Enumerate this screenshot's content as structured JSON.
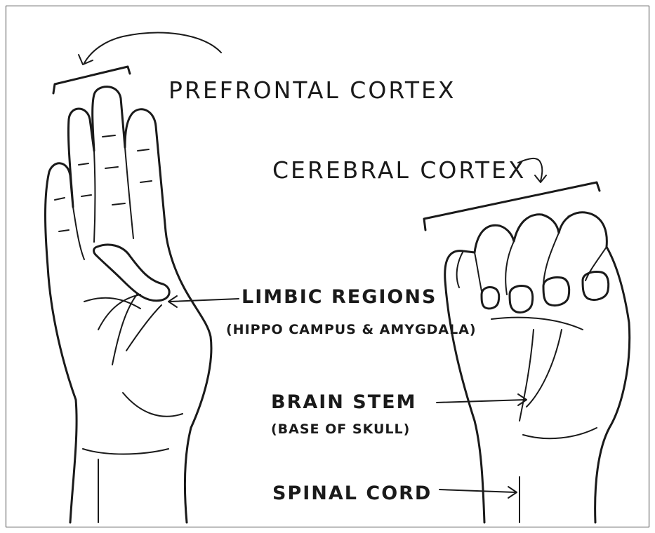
{
  "labels": {
    "prefrontal_cortex": "PREFRONTAL CORTEX",
    "cerebral_cortex": "CEREBRAL CORTEX",
    "limbic_regions": "LIMBIC REGIONS",
    "limbic_sub": "(HIPPO CAMPUS & AMYGDALA)",
    "brain_stem": "BRAIN STEM",
    "brain_stem_sub": "(BASE OF SKULL)",
    "spinal_cord": "SPINAL CORD"
  },
  "colors": {
    "ink": "#1a1a1a",
    "shadow": "#7d7d7d",
    "paper": "#ffffff"
  }
}
